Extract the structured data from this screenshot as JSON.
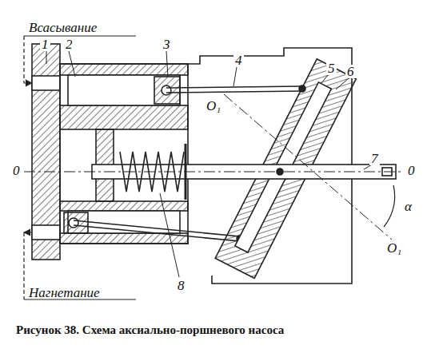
{
  "diagram": {
    "caption": "Рисунок 38. Схема аксиально-поршневого насоса",
    "labels": [
      "Всасывание",
      "1",
      "2",
      "3",
      "4",
      "5",
      "6",
      "7",
      "8",
      "0",
      "0",
      "O₁",
      "O₁",
      "α",
      "Нагнетание"
    ]
  }
}
